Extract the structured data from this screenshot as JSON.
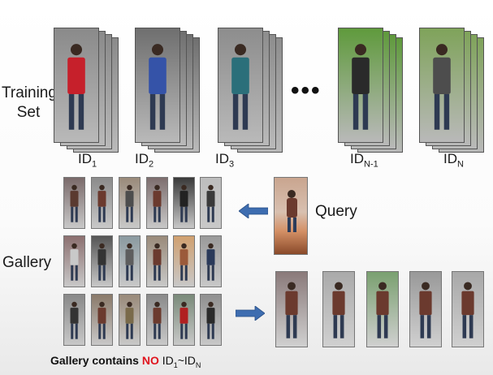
{
  "training": {
    "label_line1": "Training",
    "label_line2": "Set",
    "ellipsis": "•••",
    "ids": [
      {
        "base": "ID",
        "sub": "1",
        "jacket": "#c6202b",
        "bg": "#8a8a8a"
      },
      {
        "base": "ID",
        "sub": "2",
        "jacket": "#3553a8",
        "bg": "#6f6f6f"
      },
      {
        "base": "ID",
        "sub": "3",
        "jacket": "#2b6f7a",
        "bg": "#8d8d8d"
      },
      {
        "base": "ID",
        "sub": "N-1",
        "jacket": "#2a2a2a",
        "bg": "#5f9a3c"
      },
      {
        "base": "ID",
        "sub": "N",
        "jacket": "#4d4d4d",
        "bg": "#7fa35a"
      }
    ]
  },
  "query": {
    "label": "Query"
  },
  "gallery": {
    "label": "Gallery",
    "caption_prefix": "Gallery contains ",
    "caption_no": "NO",
    "caption_id_start": "ID",
    "caption_sub_start": "1",
    "caption_sep": "~",
    "caption_id_end": "ID",
    "caption_sub_end": "N"
  },
  "colors": {
    "arrow": "#3e6db0",
    "highlight_no": "#e0141e",
    "query_jacket": "#6b3a2e"
  }
}
